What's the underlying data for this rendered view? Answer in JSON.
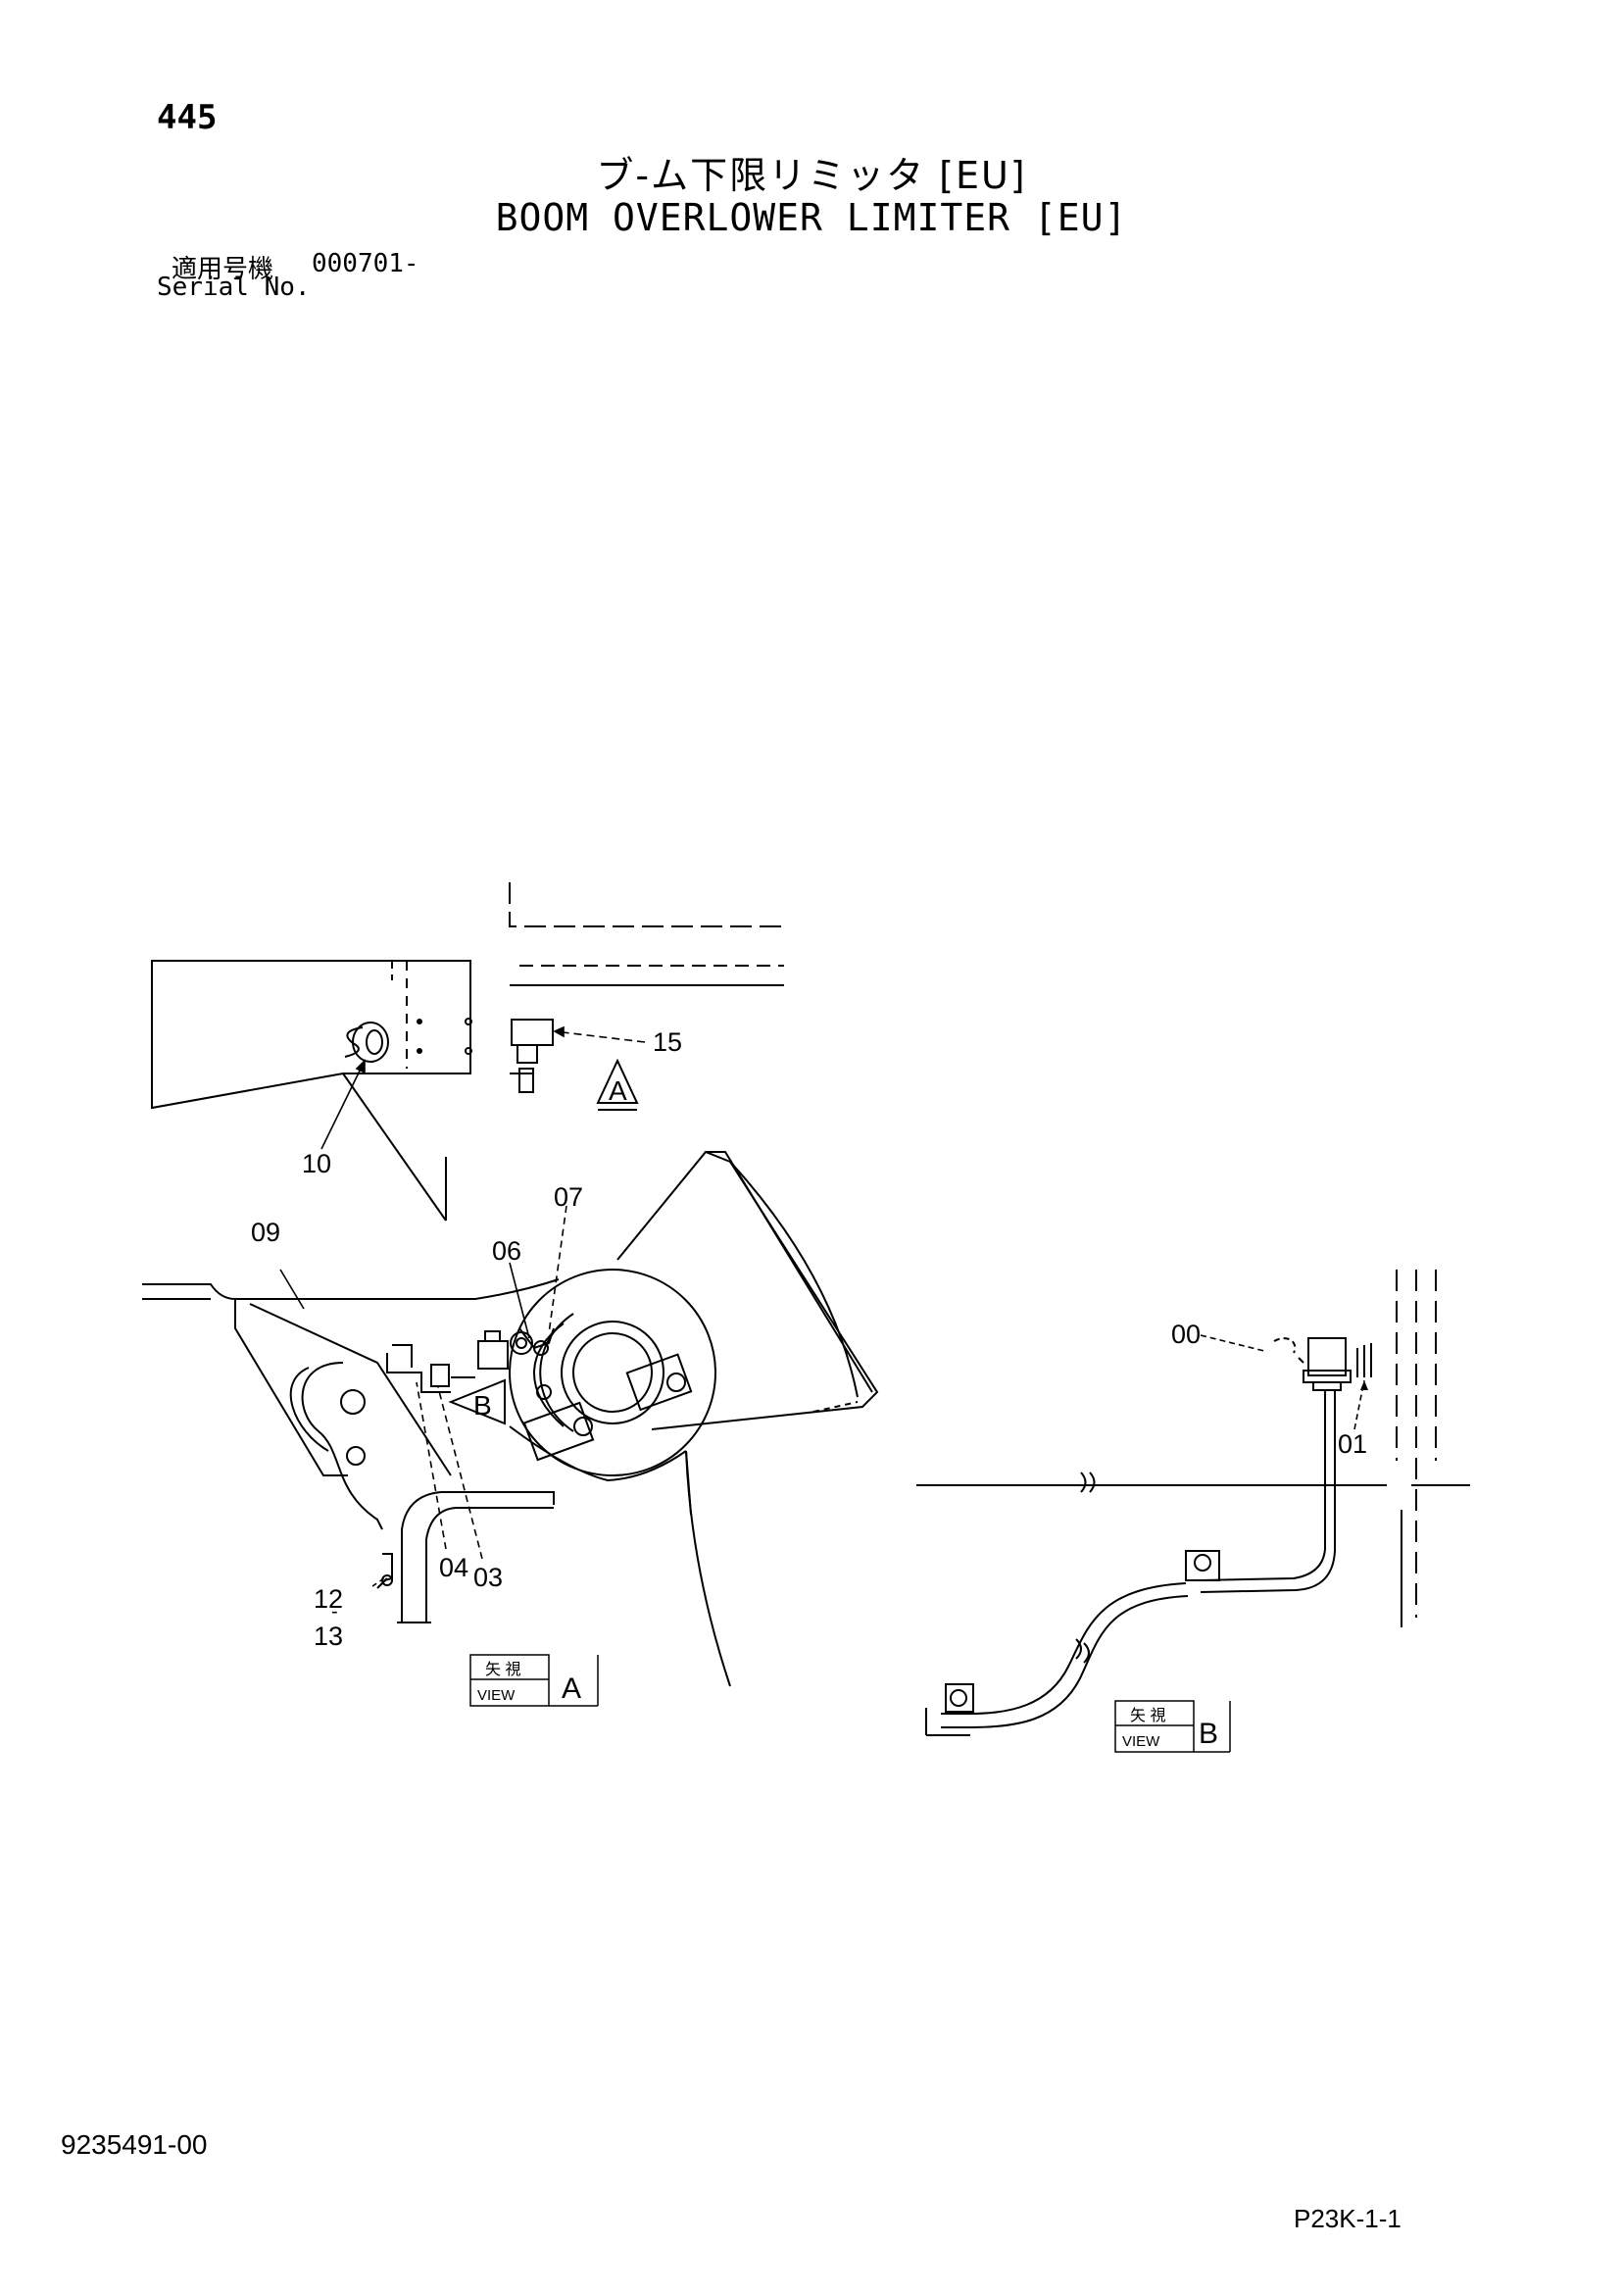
{
  "header": {
    "page_number": "445",
    "title_jp": "ブ-ム下限リミッタ [EU]",
    "title_en": "BOOM OVERLOWER LIMITER [EU]",
    "serial_label_jp": "適用号機",
    "serial_value": "000701-",
    "serial_label_en": "Serial No."
  },
  "callouts": {
    "c15": "15",
    "c10": "10",
    "c09": "09",
    "c07": "07",
    "c06": "06",
    "c04": "04",
    "c03": "03",
    "c12": "12",
    "c13": "13",
    "c00": "00",
    "c01": "01"
  },
  "view_markers": {
    "arrow_a": "A",
    "arrow_b": "B"
  },
  "view_labels": [
    {
      "jp": "矢 視",
      "en": "VIEW",
      "letter": "A"
    },
    {
      "jp": "矢 視",
      "en": "VIEW",
      "letter": "B"
    }
  ],
  "footer": {
    "doc_number": "9235491-00",
    "page_code": "P23K-1-1"
  }
}
